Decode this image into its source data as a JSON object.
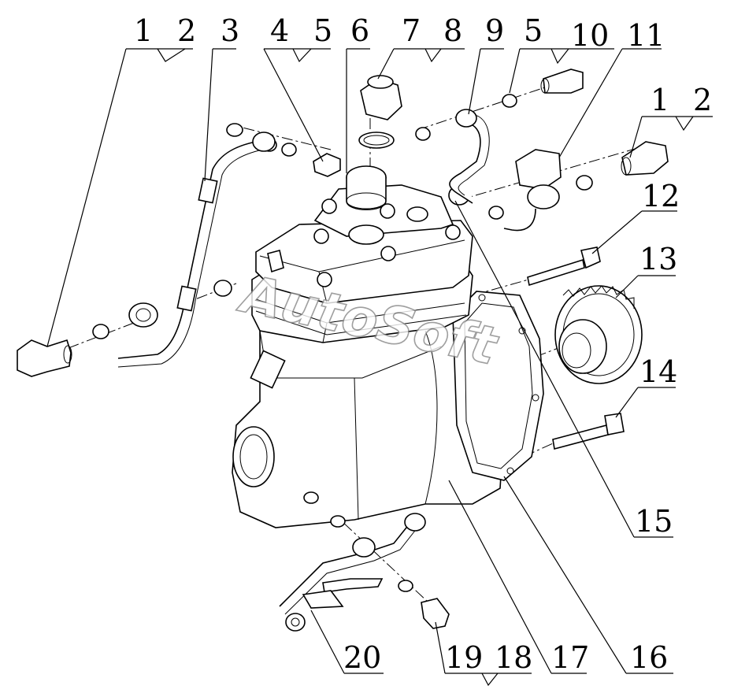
{
  "diagram": {
    "watermark": "AutoSoft",
    "callouts": [
      {
        "id": "c1",
        "text": "1"
      },
      {
        "id": "c2",
        "text": "2"
      },
      {
        "id": "c3",
        "text": "3"
      },
      {
        "id": "c4",
        "text": "4"
      },
      {
        "id": "c5a",
        "text": "5"
      },
      {
        "id": "c6",
        "text": "6"
      },
      {
        "id": "c7",
        "text": "7"
      },
      {
        "id": "c8",
        "text": "8"
      },
      {
        "id": "c9",
        "text": "9"
      },
      {
        "id": "c5b",
        "text": "5"
      },
      {
        "id": "c10",
        "text": "10"
      },
      {
        "id": "c11",
        "text": "11"
      },
      {
        "id": "c1b",
        "text": "1"
      },
      {
        "id": "c2b",
        "text": "2"
      },
      {
        "id": "c12",
        "text": "12"
      },
      {
        "id": "c13",
        "text": "13"
      },
      {
        "id": "c14",
        "text": "14"
      },
      {
        "id": "c15",
        "text": "15"
      },
      {
        "id": "c20",
        "text": "20"
      },
      {
        "id": "c19",
        "text": "19"
      },
      {
        "id": "c18",
        "text": "18"
      },
      {
        "id": "c17",
        "text": "17"
      },
      {
        "id": "c16",
        "text": "16"
      }
    ]
  }
}
